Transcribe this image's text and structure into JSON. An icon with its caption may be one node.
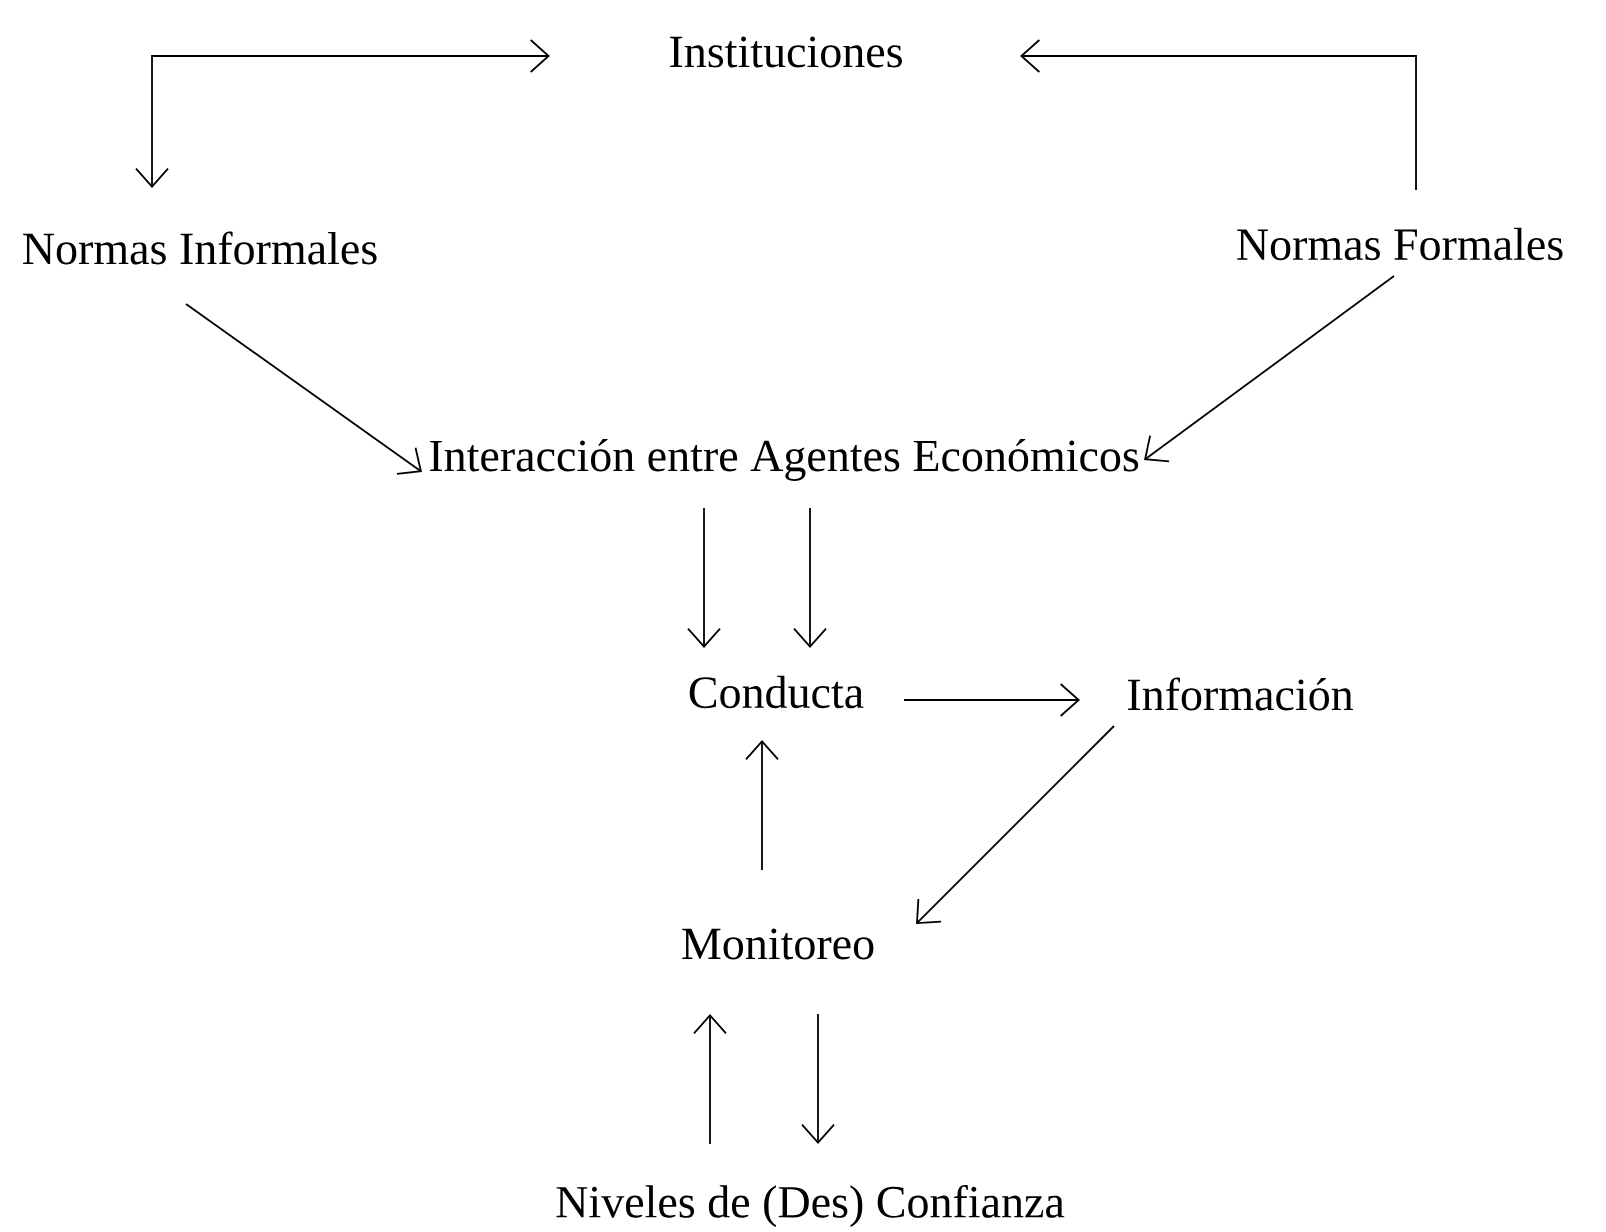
{
  "diagram": {
    "nodes": [
      {
        "text": [
          "Instituciones"
        ]
      },
      {
        "text": [
          "Normas Informales"
        ]
      },
      {
        "text": [
          "Normas Formales"
        ]
      },
      {
        "text": [
          "Interacción entre Agentes Económicos"
        ]
      },
      {
        "text": [
          "Conducta"
        ]
      },
      {
        "text": [
          "Información"
        ]
      },
      {
        "text": [
          "Monitoreo"
        ]
      },
      {
        "text": [
          "Niveles de (Des) Confianza"
        ]
      }
    ],
    "edges": [
      {
        "from": 0,
        "to": 1,
        "arrow": "both"
      },
      {
        "from": 2,
        "to": 0,
        "arrow": "to"
      },
      {
        "from": 1,
        "to": 3,
        "arrow": "to"
      },
      {
        "from": 2,
        "to": 3,
        "arrow": "to"
      },
      {
        "from": 3,
        "to": 4,
        "arrow": "to"
      },
      {
        "from": 3,
        "to": 4,
        "arrow": "to"
      },
      {
        "from": 4,
        "to": 5,
        "arrow": "to"
      },
      {
        "from": 5,
        "to": 6,
        "arrow": "to"
      },
      {
        "from": 6,
        "to": 4,
        "arrow": "to"
      },
      {
        "from": 7,
        "to": 6,
        "arrow": "to"
      },
      {
        "from": 6,
        "to": 7,
        "arrow": "to"
      }
    ]
  }
}
